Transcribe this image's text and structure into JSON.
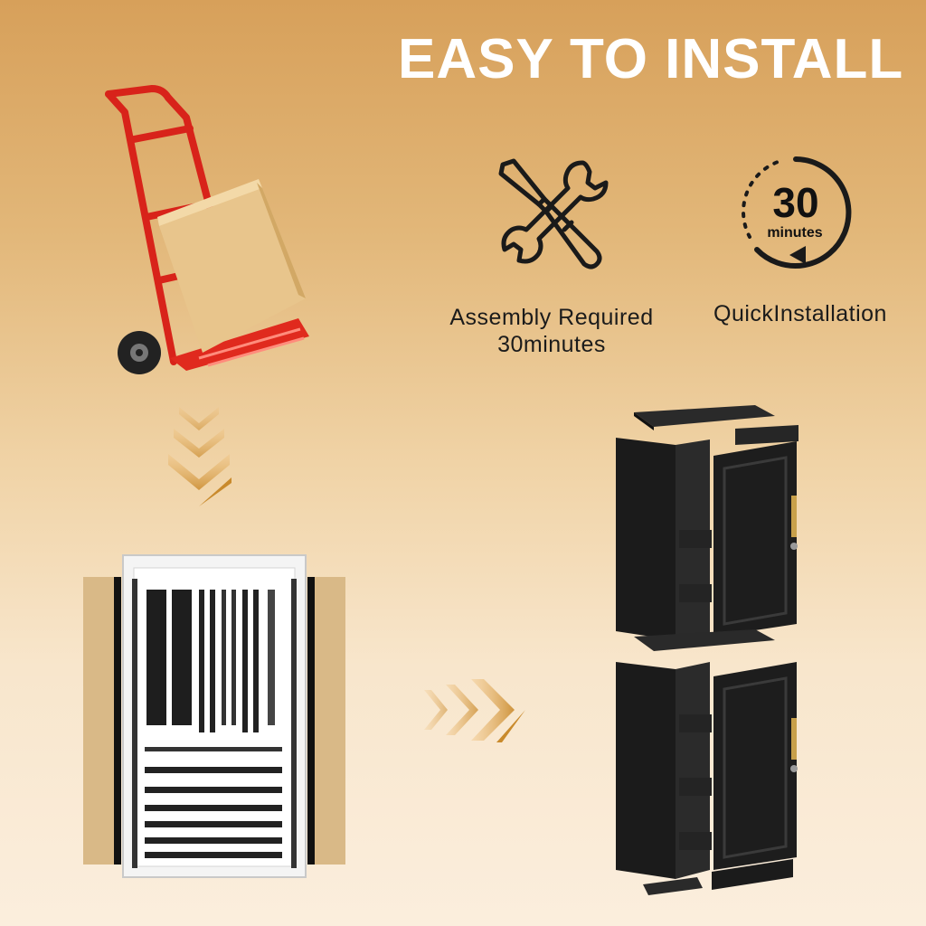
{
  "headline": "EASY TO INSTALL",
  "features": [
    {
      "icon": "tools-icon",
      "label_line1": "Assembly Required",
      "label_line2": "30minutes"
    },
    {
      "icon": "timer-icon",
      "label": "QuickInstallation",
      "badge_number": "30",
      "badge_unit": "minutes"
    }
  ],
  "colors": {
    "headline": "#ffffff",
    "arrow": "#c98a2c",
    "hand_truck": "#e32219",
    "box": "#e8c58c",
    "cabinet": "#1c1c1c"
  }
}
